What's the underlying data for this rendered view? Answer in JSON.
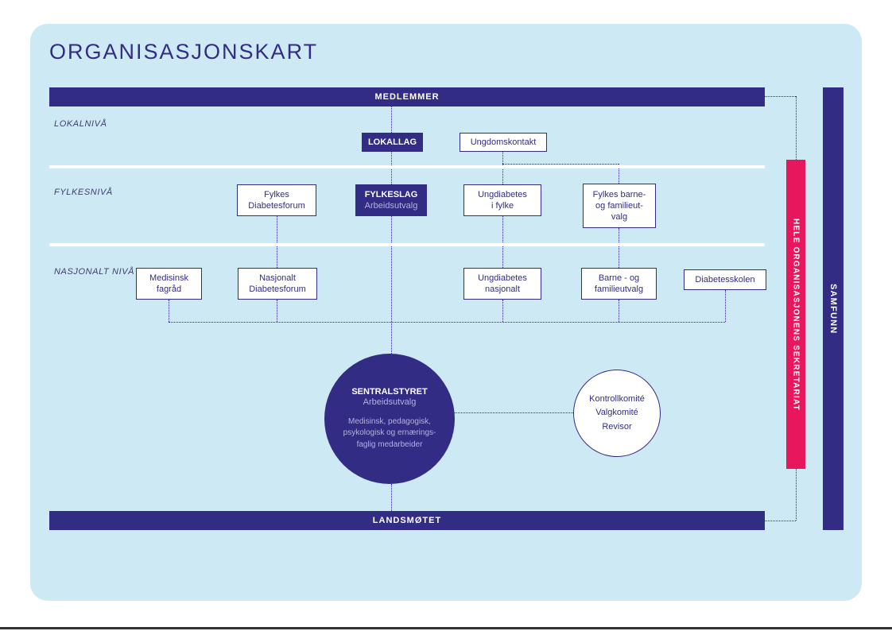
{
  "title": "ORGANISASJONSKART",
  "colors": {
    "primary": "#322c85",
    "accent_red": "#e8175d",
    "panel_blue": "#cde9f4",
    "light_text": "#b6b1dd"
  },
  "bars": {
    "medlemmer": "MEDLEMMER",
    "landsmotet": "LANDSMØTET",
    "sekretariat": "HELE ORGANISASJONENS SEKRETARIAT",
    "samfunn": "SAMFUNN"
  },
  "levels": {
    "lokal": "LOKALNIVÅ",
    "fylkes": "FYLKESNIVÅ",
    "nasjonalt": "NASJONALT NIVÅ"
  },
  "nodes": {
    "lokallag": "LOKALLAG",
    "ungdomskontakt": "Ungdomskontakt",
    "fylkes_diabetesforum": [
      "Fylkes",
      "Diabetesforum"
    ],
    "fylkeslag": {
      "title": "FYLKESLAG",
      "subtitle": "Arbeidsutvalg"
    },
    "ungdiabetes_fylke": [
      "Ungdiabetes",
      "i fylke"
    ],
    "fylkes_barne_utvalg": [
      "Fylkes barne-",
      "og familieut-",
      "valg"
    ],
    "medisinsk_fagrad": [
      "Medisinsk",
      "fagråd"
    ],
    "nasjonalt_diabetesforum": [
      "Nasjonalt",
      "Diabetesforum"
    ],
    "ungdiabetes_nasjonalt": [
      "Ungdiabetes",
      "nasjonalt"
    ],
    "barne_familieutvalg": [
      "Barne - og",
      "familieutvalg"
    ],
    "diabetesskolen": "Diabetesskolen",
    "sentralstyret": {
      "title": "SENTRALSTYRET",
      "subtitle": "Arbeidsutvalg",
      "description": [
        "Medisinsk, pedagogisk,",
        "psykologisk og ernærings-",
        "faglig medarbeider"
      ]
    },
    "kontrollkomite": [
      "Kontrollkomité",
      "Valgkomité",
      "Revisor"
    ]
  }
}
